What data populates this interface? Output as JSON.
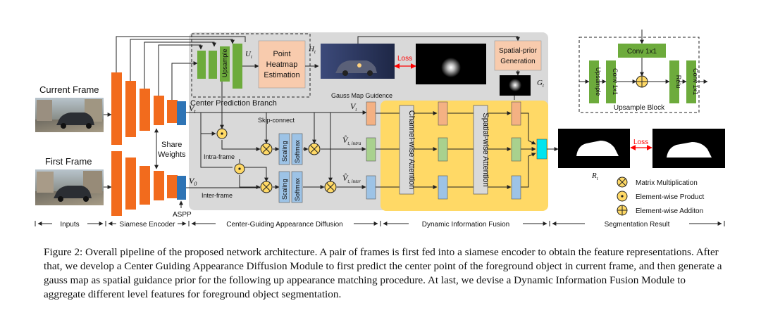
{
  "diagram": {
    "labels": {
      "current_frame": "Current Frame",
      "first_frame": "First Frame",
      "share_weights_1": "Share",
      "share_weights_2": "Weights",
      "aspp": "ASPP",
      "vt": "V",
      "vt_sub": "t",
      "v0": "V",
      "v0_sub": "0",
      "upsample": "Upsample",
      "ut": "U",
      "ut_sub": "t",
      "point_heatmap_1": "Point",
      "point_heatmap_2": "Heatmap",
      "point_heatmap_3": "Estimation",
      "ht": "H",
      "ht_sub": "t",
      "loss_top": "Loss",
      "spatial_prior_1": "Spatial-prior",
      "spatial_prior_2": "Generation",
      "gt": "G",
      "gt_sub": "t",
      "center_prediction_branch": "Center Prediction Branch",
      "gauss_map_guidence": "Gauss Map Guidence",
      "skip_connect": "Skip-connect",
      "intra_frame": "Intra-frame",
      "inter_frame": "Inter-frame",
      "softmax": "Softmax",
      "scaling": "Scaling",
      "vt_hat_intra": "V̂",
      "vt_hat_intra_sub": "t, intra",
      "vt_hat_inter": "V̂",
      "vt_hat_inter_sub": "t, inter",
      "vt_right": "V",
      "vt_right_sub": "t",
      "channel_attention": "Channel-wise Attention",
      "spatial_attention": "Spatial-wise Attention",
      "rt": "R",
      "rt_sub": "t",
      "loss_right": "Loss",
      "conv_1x1": "Conv 1x1",
      "relu": "Relu",
      "upsample_block": "Upsample Block",
      "legend_matrix": "Matrix Multiplication",
      "legend_elementwise": "Element-wise Product",
      "legend_addition": "Element-wise Additon"
    },
    "sections": [
      "Inputs",
      "Siamese Encoder",
      "Center-Guiding Appearance Diffusion",
      "Dynamic Information Fusion",
      "Segmentation Result"
    ],
    "colors": {
      "encoder": "#f26b1d",
      "aspp": "#2e74b5",
      "green": "#6dab3c",
      "pink": "#f8cbad",
      "grey_panel": "#d9d9d9",
      "yellow_panel": "#ffd966",
      "blue_block": "#9dc3e6",
      "cyan": "#00e5ee",
      "loss": "#ff0000"
    }
  },
  "caption": {
    "text": "Figure 2: Overall pipeline of the proposed network architecture. A pair of frames is first fed into a siamese encoder to obtain the feature representations. After that, we develop a Center Guiding Appearance Diffusion Module to first predict the center point of the foreground object in current frame, and then generate a gauss map as spatial guidance prior for the following up appearance matching procedure. At last, we devise a Dynamic Information Fusion Module to aggregate different level features for foreground object segmentation."
  }
}
